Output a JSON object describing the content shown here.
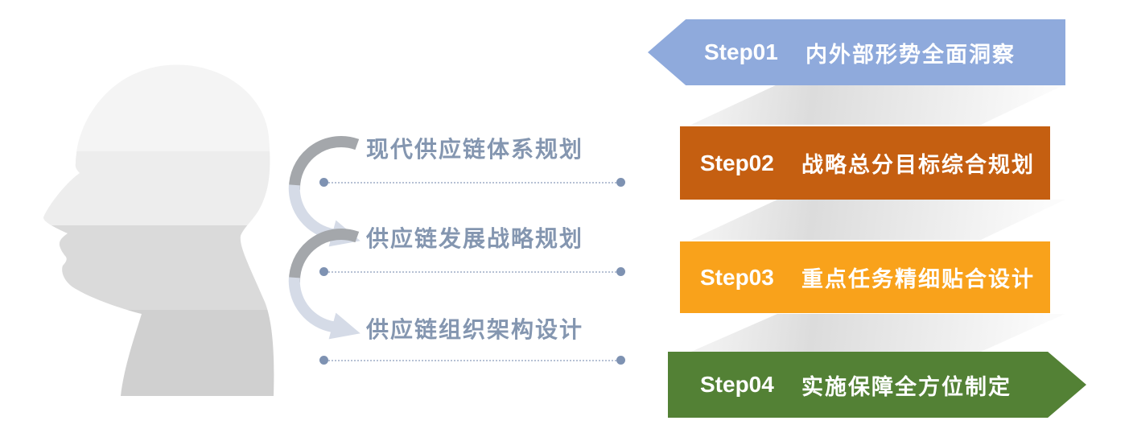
{
  "diagram": {
    "head": {
      "icon": "human-head-profile",
      "bands": [
        "#f4f4f4",
        "#ededed",
        "#dadada",
        "#d0d0d0"
      ]
    },
    "mid_labels": [
      {
        "text": "现代供应链体系规划"
      },
      {
        "text": "供应链发展战略规划"
      },
      {
        "text": "供应链组织架构设计"
      }
    ],
    "mid_label_color": "#8496B0",
    "connector": {
      "line_color": "#b6c1d4",
      "dot_color": "#7e92b2"
    },
    "arrow": {
      "dark": "#a4a7ab",
      "light": "#d5dbe7"
    },
    "steps": [
      {
        "label": "Step01",
        "title": "内外部形势全面洞察",
        "color": "#8FAADC",
        "shape": "arrow-left"
      },
      {
        "label": "Step02",
        "title": "战略总分目标综合规划",
        "color": "#C55F11",
        "shape": "rect"
      },
      {
        "label": "Step03",
        "title": "重点任务精细贴合设计",
        "color": "#F9A21B",
        "shape": "rect"
      },
      {
        "label": "Step04",
        "title": "实施保障全方位制定",
        "color": "#538135",
        "shape": "arrow-right"
      }
    ],
    "step_text_color": "#FFFFFF"
  }
}
